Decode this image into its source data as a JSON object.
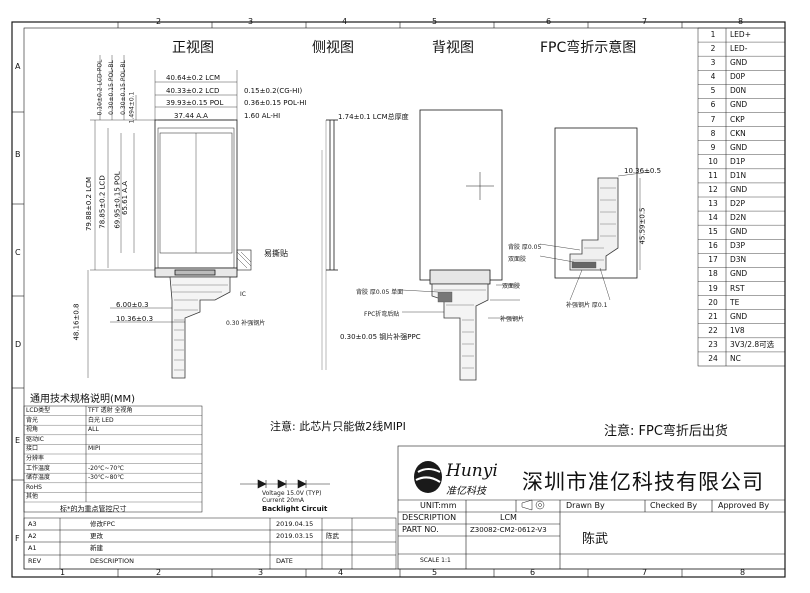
{
  "views": {
    "front": "正视图",
    "side": "侧视图",
    "back": "背视图",
    "fpc": "FPC弯折示意图"
  },
  "grid": {
    "columns": [
      "1",
      "2",
      "3",
      "4",
      "5",
      "6",
      "7",
      "8"
    ],
    "rows": [
      "A",
      "B",
      "C",
      "D",
      "E",
      "F"
    ]
  },
  "dims_top": [
    "40.64±0.2 LCM",
    "40.33±0.2 LCD",
    "39.93±0.15 POL",
    "37.44 A.A",
    "0.15±0.2(CG-HI)",
    "0.36±0.15 POL-HI",
    "1.60 AL-HI"
  ],
  "dims_left": [
    "79.88±0.2 LCM",
    "78.85±0.2 LCD",
    "69.95±0.15 POL",
    "65.61 A.A"
  ],
  "dims_left_top": [
    "0.10±0.2 LCD-POL",
    "0.30±0.15 POL-BL",
    "0.30±0.15 POL-BL",
    "1.494±0.1"
  ],
  "fpc_dims": {
    "width1": "6.00±0.3",
    "width2": "10.36±0.3",
    "length": "48.16±0.8",
    "side_thickness": "1.74±0.1 LCM总厚度",
    "fpc_thickness": "0.30±0.05 钢片补强PPC",
    "bend_width": "10.36±0.5",
    "bend_length": "45.59±0.5"
  },
  "labels": {
    "front_tape": "易撕贴",
    "front_ic": "IC",
    "front_stiffener": "0.30 补强钢片",
    "back_note1": "背胶 厚0.05 单面",
    "back_note2": "双面胶",
    "back_note3": "FPC折弯后贴",
    "back_note4": "补强钢片",
    "fpc_note1": "背胶 厚0.05",
    "fpc_note2": "双面胶",
    "fpc_note3": "补强钢片 厚0.1"
  },
  "pins": [
    {
      "num": "1",
      "sig": "LED+"
    },
    {
      "num": "2",
      "sig": "LED-"
    },
    {
      "num": "3",
      "sig": "GND"
    },
    {
      "num": "4",
      "sig": "D0P"
    },
    {
      "num": "5",
      "sig": "D0N"
    },
    {
      "num": "6",
      "sig": "GND"
    },
    {
      "num": "7",
      "sig": "CKP"
    },
    {
      "num": "8",
      "sig": "CKN"
    },
    {
      "num": "9",
      "sig": "GND"
    },
    {
      "num": "10",
      "sig": "D1P"
    },
    {
      "num": "11",
      "sig": "D1N"
    },
    {
      "num": "12",
      "sig": "GND"
    },
    {
      "num": "13",
      "sig": "D2P"
    },
    {
      "num": "14",
      "sig": "D2N"
    },
    {
      "num": "15",
      "sig": "GND"
    },
    {
      "num": "16",
      "sig": "D3P"
    },
    {
      "num": "17",
      "sig": "D3N"
    },
    {
      "num": "18",
      "sig": "GND"
    },
    {
      "num": "19",
      "sig": "RST"
    },
    {
      "num": "20",
      "sig": "TE"
    },
    {
      "num": "21",
      "sig": "GND"
    },
    {
      "num": "22",
      "sig": "1V8"
    },
    {
      "num": "23",
      "sig": "3V3/2.8可选"
    },
    {
      "num": "24",
      "sig": "NC"
    }
  ],
  "spec": {
    "title": "通用技术规格说明(MM)",
    "rows": [
      {
        "k": "LCD类型",
        "v": "TFT 透射 全视角"
      },
      {
        "k": "背光",
        "v": "白光 LED"
      },
      {
        "k": "视角",
        "v": "ALL"
      },
      {
        "k": "驱动IC",
        "v": ""
      },
      {
        "k": "接口",
        "v": "MIPI"
      },
      {
        "k": "分辨率",
        "v": ""
      },
      {
        "k": "工作温度",
        "v": "-20℃~70℃"
      },
      {
        "k": "储存温度",
        "v": "-30℃~80℃"
      },
      {
        "k": "RoHS",
        "v": ""
      },
      {
        "k": "其他",
        "v": ""
      }
    ],
    "footer": "标*的为重点管控尺寸"
  },
  "revisions": [
    {
      "a": "A3",
      "b": "修改FPC",
      "c": "2019.04.15",
      "d": "",
      "e": ""
    },
    {
      "a": "A2",
      "b": "更改",
      "c": "2019.03.15",
      "d": "陈武",
      "e": ""
    },
    {
      "a": "A1",
      "b": "新建",
      "c": "",
      "d": "",
      "e": ""
    },
    {
      "a": "REV",
      "b": "DESCRIPTION",
      "c": "DATE",
      "d": "",
      "e": ""
    }
  ],
  "backlight": {
    "label": "Backlight Circuit",
    "voltage": "Voltage 15.0V (TYP)",
    "current": "Current 20mA"
  },
  "notes": {
    "mipi": "注意: 此芯片只能做2线MIPI",
    "fpc_ship": "注意: FPC弯折后出货"
  },
  "title_block": {
    "brand": "Hunyi",
    "brand_cn": "准亿科技",
    "company": "深圳市准亿科技有限公司",
    "unit": "UNIT:mm",
    "desc_label": "DESCRIPTION",
    "desc": "LCM",
    "part_label": "PART NO.",
    "part": "Z30082-CM2-0612-V3",
    "drawn_label": "Drawn By",
    "checked_label": "Checked By",
    "approved_label": "Approved By",
    "drawn": "陈武",
    "scale": "SCALE 1:1"
  },
  "colors": {
    "line": "#1a1a1a",
    "fpc": "#3a3a3a",
    "paper": "#ffffff"
  }
}
